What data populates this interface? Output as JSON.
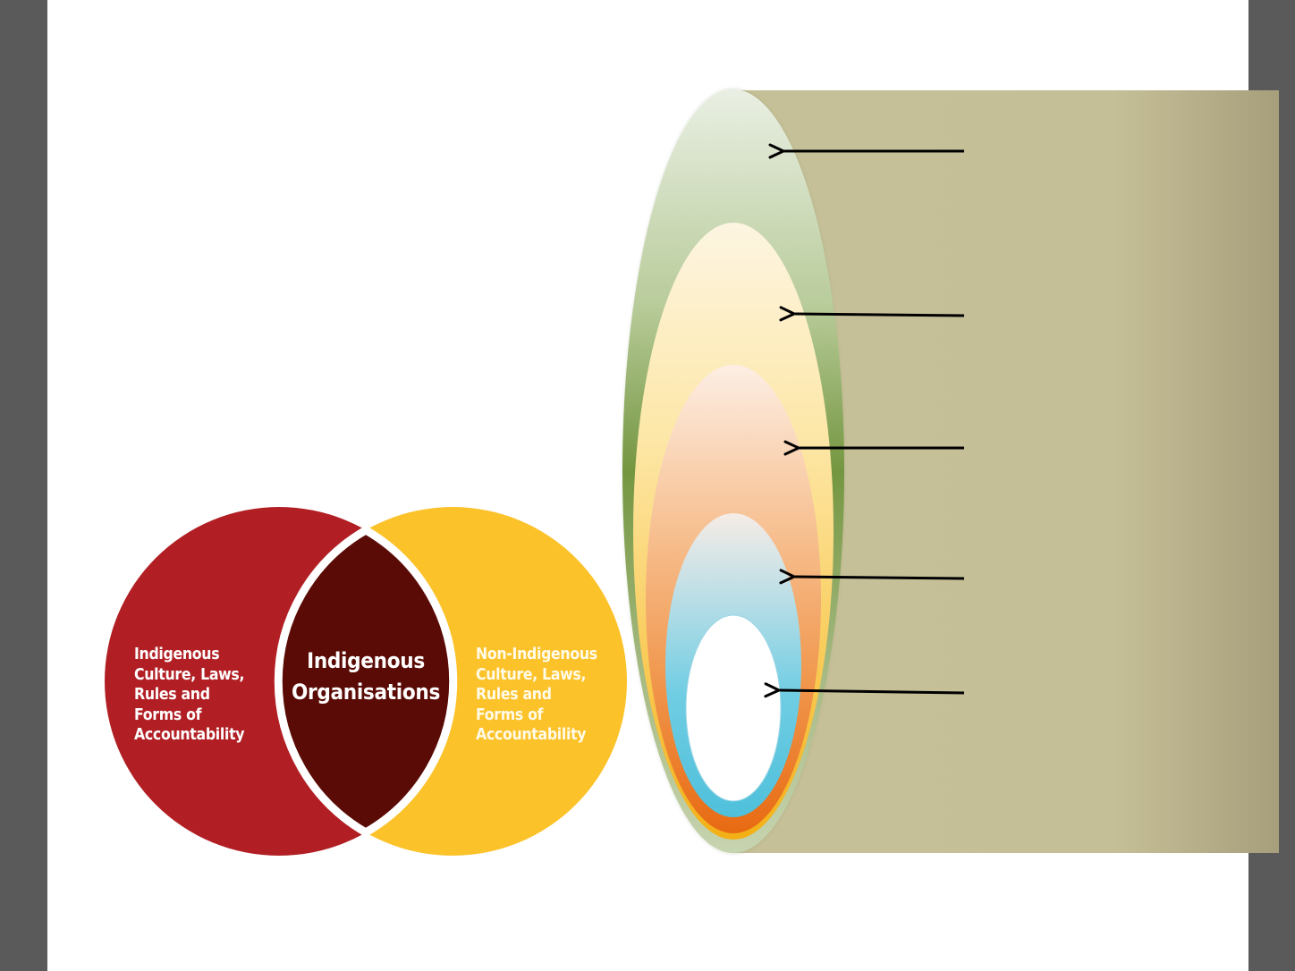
{
  "venn": {
    "left_label": "Indigenous\nCulture, Laws,\nRules and\nForms of\nAccountability",
    "center_label": "Indigenous\nOrganisations",
    "right_label": "Non-Indigenous\nCulture, Laws,\nRules and\nForms of\nAccountability",
    "colors": {
      "left": "#b11f24",
      "center": "#5a0b05",
      "right": "#fcc22a"
    }
  },
  "nested_diagram": {
    "layer_count": 5,
    "colors": [
      "#6f8e3c",
      "#f6b73a",
      "#ef7a2a",
      "#5ec8df",
      "#ffffff"
    ],
    "panel_color": "#c6c098"
  }
}
